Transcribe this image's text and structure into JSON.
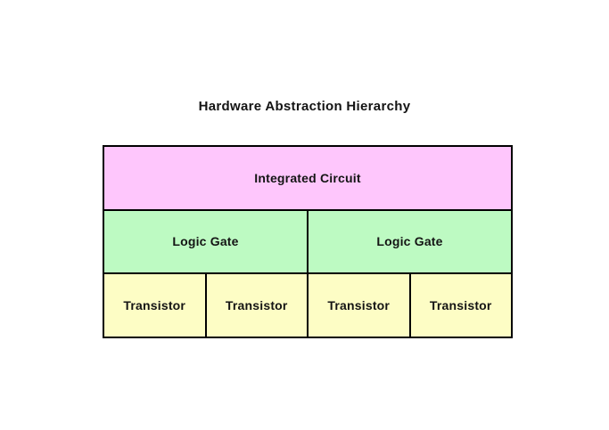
{
  "title": "Hardware Abstraction Hierarchy",
  "colors": {
    "integrated_circuit_fill": "#fec6fc",
    "logic_gate_fill": "#bdfac2",
    "transistor_fill": "#fdfdc5",
    "border": "#000000",
    "text": "#141414",
    "background": "#ffffff"
  },
  "levels": [
    {
      "name": "integrated-circuit-level",
      "cells": [
        "Integrated Circuit"
      ]
    },
    {
      "name": "logic-gate-level",
      "cells": [
        "Logic Gate",
        "Logic Gate"
      ]
    },
    {
      "name": "transistor-level",
      "cells": [
        "Transistor",
        "Transistor",
        "Transistor",
        "Transistor"
      ]
    }
  ]
}
